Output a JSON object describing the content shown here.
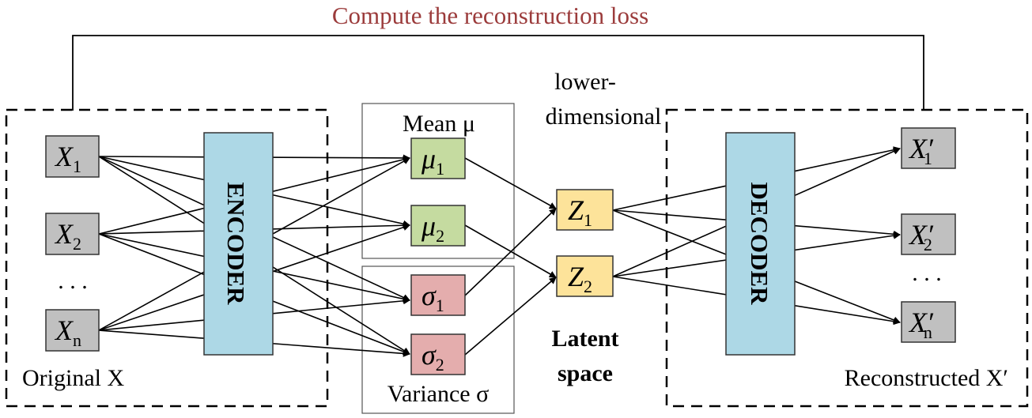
{
  "title": "Compute the reconstruction loss",
  "encoder_label": "ENCODER",
  "decoder_label": "DECODER",
  "input_caption": "Original X",
  "output_caption": "Reconstructed X′",
  "mean_caption": "Mean μ",
  "variance_caption": "Variance σ",
  "lowdim_line1": "lower-",
  "lowdim_line2": "dimensional",
  "latent_line1": "Latent",
  "latent_line2": "space",
  "ellipsis": ". . .",
  "inputs": [
    {
      "main": "X",
      "sub": "1"
    },
    {
      "main": "X",
      "sub": "2"
    },
    {
      "main": "X",
      "sub": "n"
    }
  ],
  "means": [
    {
      "main": "μ",
      "sub": "1"
    },
    {
      "main": "μ",
      "sub": "2"
    }
  ],
  "sigmas": [
    {
      "main": "σ",
      "sub": "1"
    },
    {
      "main": "σ",
      "sub": "2"
    }
  ],
  "latents": [
    {
      "main": "Z",
      "sub": "1"
    },
    {
      "main": "Z",
      "sub": "2"
    }
  ],
  "outputs": [
    {
      "main": "X′",
      "sub": "1"
    },
    {
      "main": "X′",
      "sub": "2"
    },
    {
      "main": "X′",
      "sub": "n"
    }
  ],
  "colors": {
    "title": "#9b3b3b",
    "input_fill": "#c0c0c0",
    "encoder_fill": "#add8e6",
    "mean_fill": "#c5dba0",
    "sigma_fill": "#e4adad",
    "latent_fill": "#fde39a",
    "line": "#000000"
  }
}
